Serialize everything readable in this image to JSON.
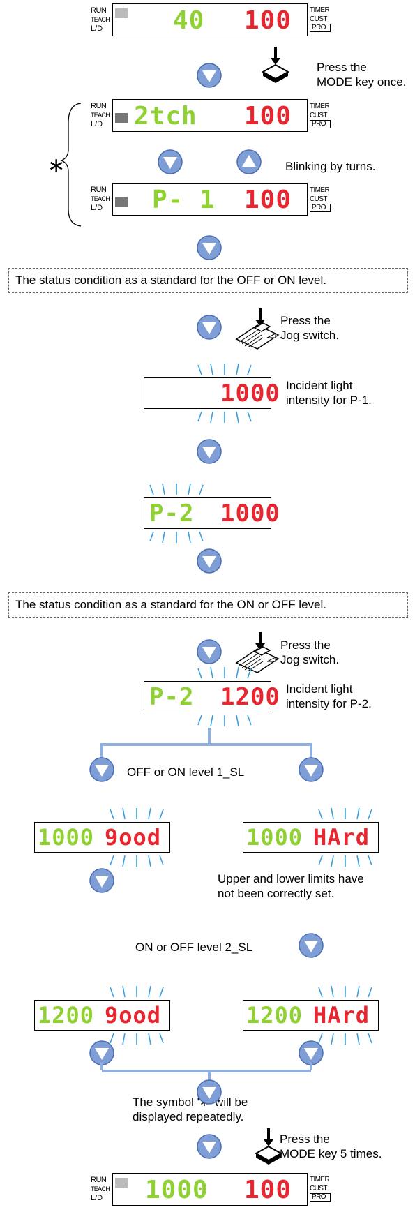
{
  "labels": {
    "run": "RUN",
    "teach": "TEACH",
    "ld": "L/D",
    "timer": "TIMER",
    "cust": "CUST",
    "pro": "PRO",
    "asterisk": "∗"
  },
  "displays": {
    "d1": {
      "left": "40",
      "right": "100"
    },
    "d2": {
      "left": "2tch",
      "right": "100"
    },
    "d3": {
      "left": "P-  1",
      "right": "100"
    },
    "d4": {
      "right": "1000"
    },
    "d5": {
      "left": "P-2",
      "right": "1000"
    },
    "d6": {
      "left": "P-2",
      "right": "1200"
    },
    "d7": {
      "left": "1000",
      "right": "9ood"
    },
    "d8": {
      "left": "1000",
      "right": "HArd"
    },
    "d9": {
      "left": "1200",
      "right": "9ood"
    },
    "d10": {
      "left": "1200",
      "right": "HArd"
    },
    "d11": {
      "left": "1000",
      "right": "100"
    }
  },
  "text": {
    "press_mode_once": "Press the\nMODE key once.",
    "blinking": "Blinking by turns.",
    "status_off_on": "The status condition as a standard for the OFF or ON level.",
    "press_jog_1": "Press the\nJog switch.",
    "incident_p1": "Incident light\nintensity for P-1.",
    "status_on_off": "The status condition as a standard for the ON or OFF level.",
    "press_jog_2": "Press the\nJog switch.",
    "incident_p2": "Incident light\nintensity for P-2.",
    "level1": "OFF or ON level 1_SL",
    "limits_note": "Upper and lower limits have\nnot been correctly set.",
    "level2": "ON or OFF level 2_SL",
    "symbol_note": "The symbol '∗' will be\ndisplayed repeatedly.",
    "press_mode_5": "Press the\nMODE key 5 times."
  },
  "colors": {
    "arrow_fill": "#7f9ed6",
    "arrow_stroke": "#4a6fb3",
    "connector": "#8fb0df",
    "blink_ray": "#3aa0e0",
    "seg_red": "#e8262f",
    "seg_green": "#8fd132",
    "indicator_light": "#bbbbbb",
    "indicator_dark": "#777777"
  }
}
